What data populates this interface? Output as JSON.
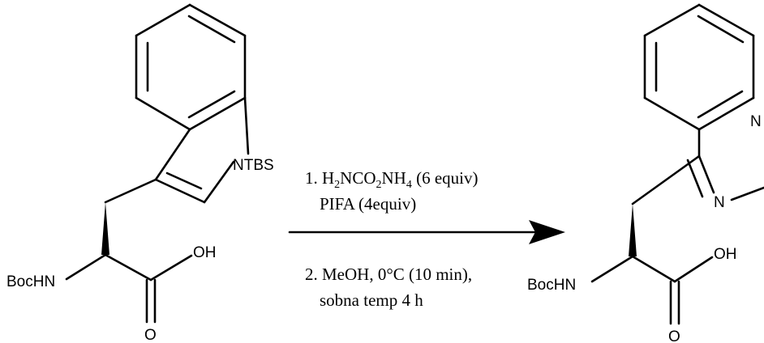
{
  "reactant": {
    "ntbs": "NTBS",
    "bochn": "BocHN",
    "oh": "OH",
    "o": "O"
  },
  "product": {
    "n_ring": "N",
    "n_partial": "N",
    "bochn": "BocHN",
    "oh": "OH",
    "o": "O"
  },
  "conditions": {
    "step1_prefix": "1. H",
    "step1_sub1": "2",
    "step1_mid1": "NCO",
    "step1_sub2": "2",
    "step1_mid2": "NH",
    "step1_sub3": "4",
    "step1_suffix": " (6 equiv)",
    "step1_line2": "PIFA (4equiv)",
    "step2_line1": "2. MeOH, 0°C (10 min),",
    "step2_line2": "sobna temp 4 h"
  },
  "colors": {
    "ink": "#000000",
    "background": "#ffffff"
  }
}
